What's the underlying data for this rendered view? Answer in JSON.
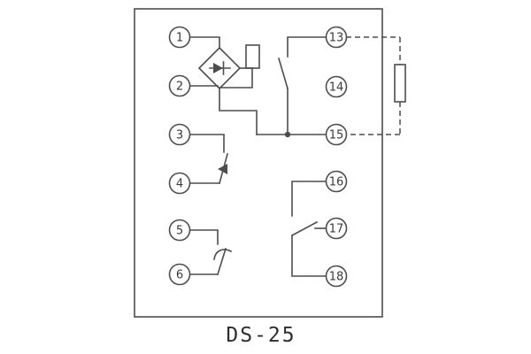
{
  "caption": "DS-25",
  "diagram": {
    "terminals_left": [
      "1",
      "2",
      "3",
      "4",
      "5",
      "6"
    ],
    "terminals_right": [
      "13",
      "14",
      "15",
      "16",
      "17",
      "18"
    ],
    "components": [
      "bridge-rectifier-with-diode",
      "relay-coil",
      "normally-open-contact-13-15",
      "external-resistor-dashed-link-13-15",
      "contact-3-4-with-arrow",
      "contact-5-6-with-hook",
      "changeover-contact-16-17-18",
      "junction-dot"
    ],
    "colors": {
      "line": "#4d4d4d",
      "background": "#ffffff",
      "text": "#333333"
    }
  }
}
